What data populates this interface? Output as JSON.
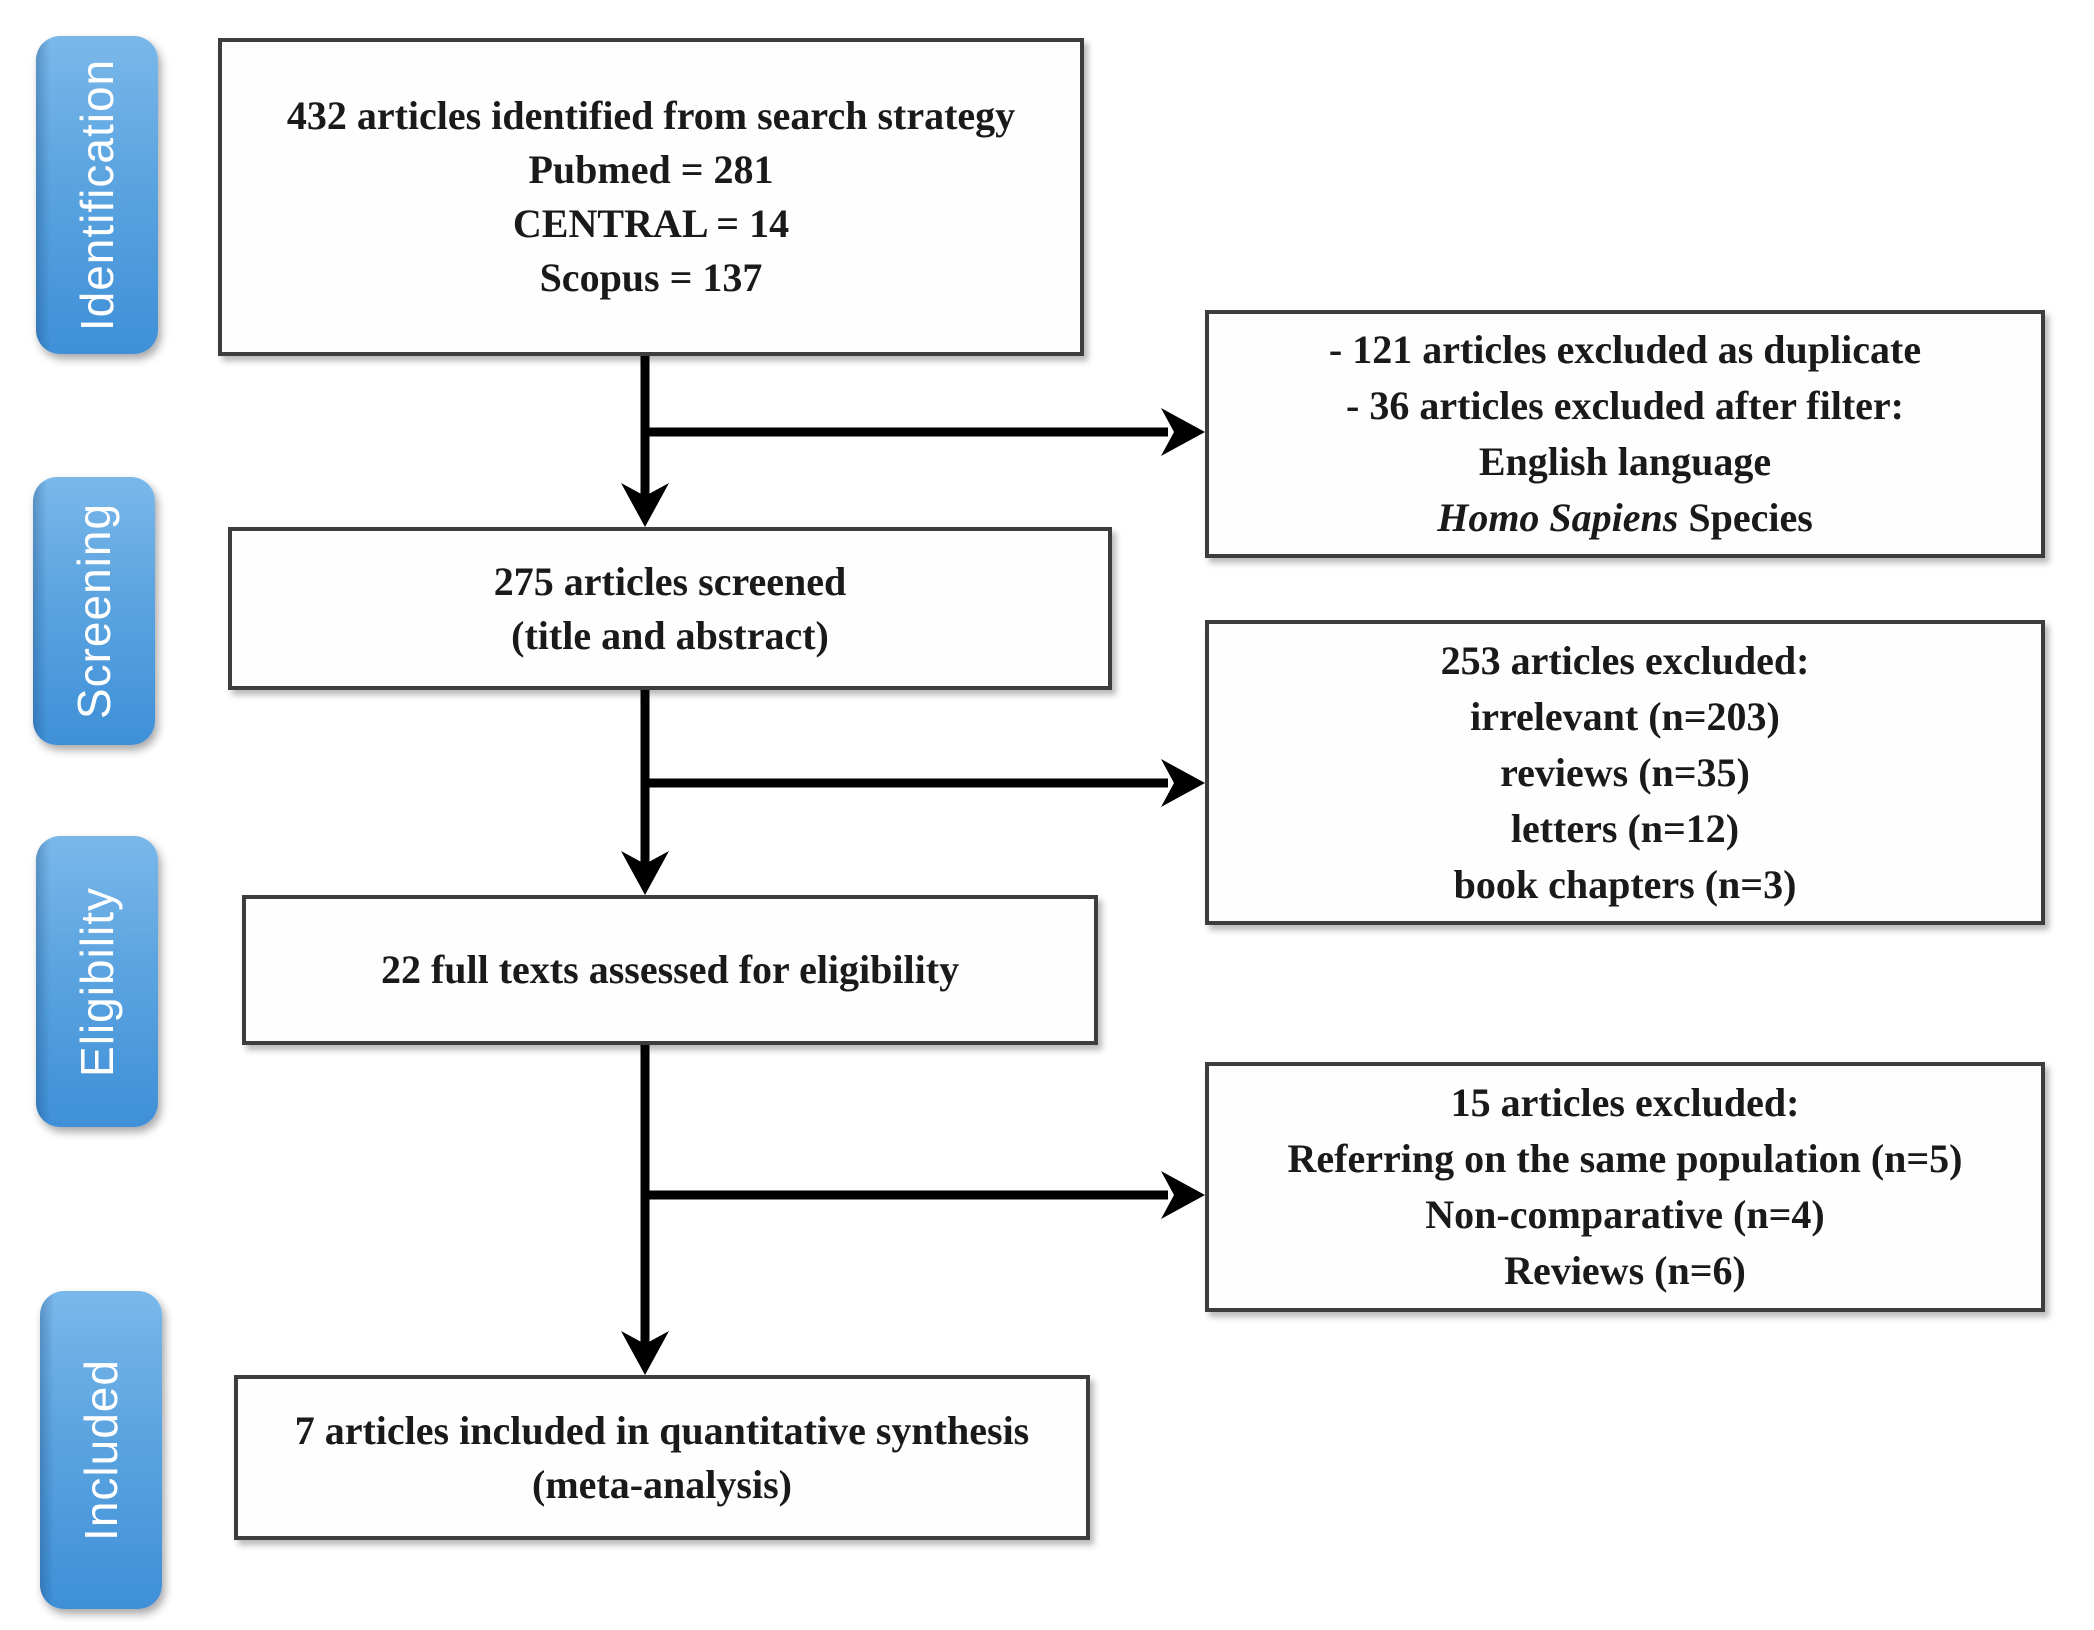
{
  "palette": {
    "stage_grad_top": "#7ab8ea",
    "stage_grad_mid": "#5ba4e0",
    "stage_grad_bottom": "#3f90d8",
    "stage_text_color": "#ffffff",
    "box_bg": "#fefefe",
    "box_border": "#3d3d3d",
    "arrow_color": "#000000",
    "text_color": "#1a1a1a",
    "page_bg": "#ffffff"
  },
  "stages": [
    {
      "label": "Identification"
    },
    {
      "label": "Screening"
    },
    {
      "label": "Eligibility"
    },
    {
      "label": "Included"
    }
  ],
  "boxes": {
    "identified": {
      "lines": [
        "432 articles identified from search strategy",
        "Pubmed = 281",
        "CENTRAL = 14",
        "Scopus = 137"
      ]
    },
    "screened": {
      "lines": [
        "275 articles screened",
        "(title and abstract)"
      ]
    },
    "eligibility": {
      "lines": [
        "22 full texts assessed for eligibility"
      ]
    },
    "included": {
      "lines": [
        "7 articles included in quantitative synthesis (meta-analysis)"
      ]
    },
    "excluded_duplicates": {
      "lines": [
        "- 121 articles excluded as duplicate",
        "- 36 articles excluded after filter:",
        "English language"
      ],
      "italic_line": {
        "italic": "Homo Sapiens",
        "regular": " Species"
      }
    },
    "excluded_screening": {
      "lines": [
        "253 articles excluded:",
        "irrelevant (n=203)",
        "reviews (n=35)",
        "letters (n=12)",
        "book chapters (n=3)"
      ]
    },
    "excluded_fulltext": {
      "lines": [
        "15 articles excluded:",
        "Referring on the same population (n=5)",
        "Non-comparative (n=4)",
        "Reviews (n=6)"
      ]
    }
  }
}
